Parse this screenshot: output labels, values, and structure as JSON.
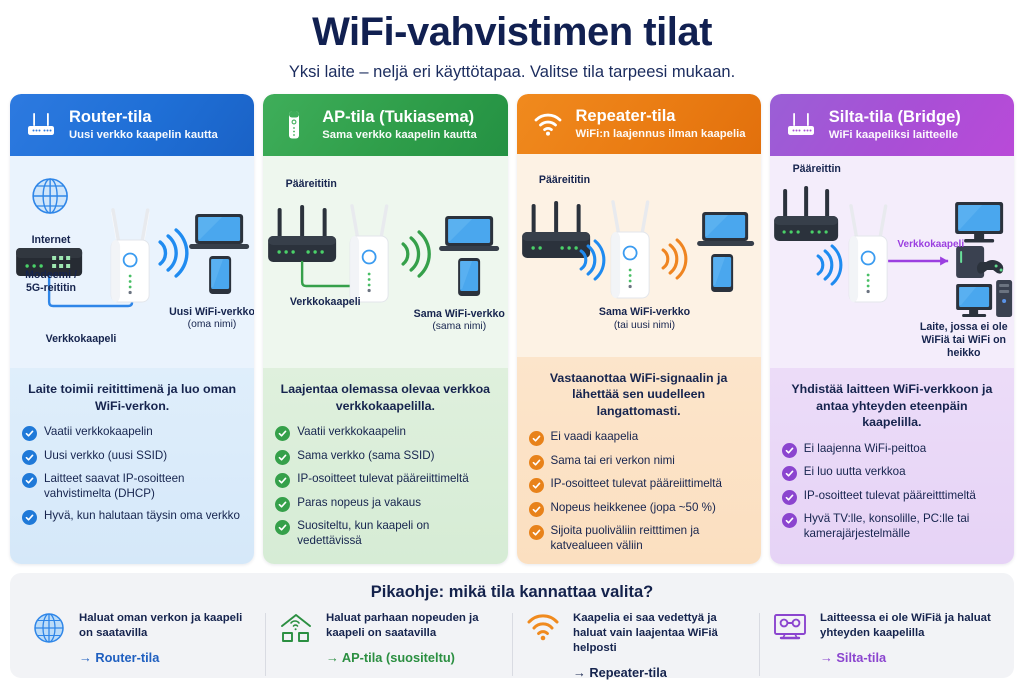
{
  "header": {
    "title": "WiFi-vahvistimen tilat",
    "subtitle": "Yksi laite – neljä eri käyttötapaa. Valitse tila tarpeesi mukaan."
  },
  "colors": {
    "blue": "#1f6fd6",
    "green": "#2f9e4a",
    "orange": "#ea7c13",
    "purple": "#a94fd6",
    "title": "#112051"
  },
  "cards": [
    {
      "id": "router",
      "accent": "#1f6fd6",
      "header_icon": "router-icon",
      "title": "Router-tila",
      "subtitle": "Uusi verkko kaapelin kautta",
      "diagram": {
        "source_label": "Internet",
        "device_label": "Modeemi /\n5G-reititin",
        "cable_label": "Verkkokaapeli",
        "output_label": "Uusi WiFi-verkko",
        "output_sub": "(oma nimi)"
      },
      "description": "Laite toimii reitittimenä ja luo oman WiFi-verkon.",
      "bullets": [
        "Vaatii verkkokaapelin",
        "Uusi verkko (uusi SSID)",
        "Laitteet saavat IP-osoitteen vahvistimelta (DHCP)",
        "Hyvä, kun halutaan täysin oma verkko"
      ]
    },
    {
      "id": "ap",
      "accent": "#2f9e4a",
      "header_icon": "extender-icon",
      "title": "AP-tila (Tukiasema)",
      "subtitle": "Sama verkko kaapelin kautta",
      "diagram": {
        "source_label": "Pääreititin",
        "cable_label": "Verkkokaapeli",
        "output_label": "Sama WiFi-verkko",
        "output_sub": "(sama nimi)"
      },
      "description": "Laajentaa olemassa olevaa verkkoa verkkokaapelilla.",
      "bullets": [
        "Vaatii verkkokaapelin",
        "Sama verkko (sama SSID)",
        "IP-osoitteet tulevat pääreiittimeltä",
        "Paras nopeus ja vakaus",
        "Suositeltu, kun kaapeli on vedettävissä"
      ]
    },
    {
      "id": "repeater",
      "accent": "#ea7c13",
      "header_icon": "wifi-icon",
      "title": "Repeater-tila",
      "subtitle": "WiFi:n laajennus ilman kaapelia",
      "diagram": {
        "source_label": "Pääreititin",
        "output_label": "Sama WiFi-verkko",
        "output_sub": "(tai uusi nimi)"
      },
      "description": "Vastaanottaa WiFi-signaalin ja lähettää sen uudelleen langattomasti.",
      "bullets": [
        "Ei vaadi kaapelia",
        "Sama tai eri verkon nimi",
        "IP-osoitteet tulevat pääreiittimeltä",
        "Nopeus heikkenee (jopa ~50 %)",
        "Sijoita puoliväliin reitttimen ja katvealueen väliin"
      ]
    },
    {
      "id": "bridge",
      "accent": "#a94fd6",
      "header_icon": "router-icon",
      "title": "Silta-tila (Bridge)",
      "subtitle": "WiFi kaapeliksi laitteelle",
      "diagram": {
        "source_label": "Pääreittin",
        "cable_label": "Verkkokaapeli",
        "output_label": "Laite, jossa ei ole WiFiä tai WiFi on heikko"
      },
      "description": "Yhdistää laitteen WiFi-verkkoon ja antaa yhteyden eteenpäin kaapelilla.",
      "bullets": [
        "Ei laajenna WiFi-peittoa",
        "Ei luo uutta verkkoa",
        "IP-osoitteet tulevat pääreitttimeltä",
        "Hyvä TV:lle, konsolille, PC:lle tai kamerajärjestelmälle"
      ]
    }
  ],
  "footer": {
    "title": "Pikaohje: mikä tila kannattaa valita?",
    "items": [
      {
        "icon": "globe-icon",
        "text": "Haluat oman verkon ja kaapeli on saatavilla",
        "link": "→ Router-tila",
        "link_suffix": "",
        "color": "#1f5fc0"
      },
      {
        "icon": "house-wifi-icon",
        "text": "Haluat parhaan nopeuden ja kaapeli on saatavilla",
        "link": "→ AP-tila",
        "link_suffix": " (suositeltu)",
        "color": "#2b8f41"
      },
      {
        "icon": "wifi-icon",
        "text": "Kaapelia ei saa vedettyä ja haluat vain laajentaa WiFiä helposti",
        "link": "→ Repeater-tila",
        "link_suffix": "",
        "color": "#16244e"
      },
      {
        "icon": "monitor-link-icon",
        "text": "Laitteessa ei ole WiFiä ja haluat yhteyden kaapelilla",
        "link": "→ Silta-tila",
        "link_suffix": "",
        "color": "#8b45cf"
      }
    ]
  }
}
